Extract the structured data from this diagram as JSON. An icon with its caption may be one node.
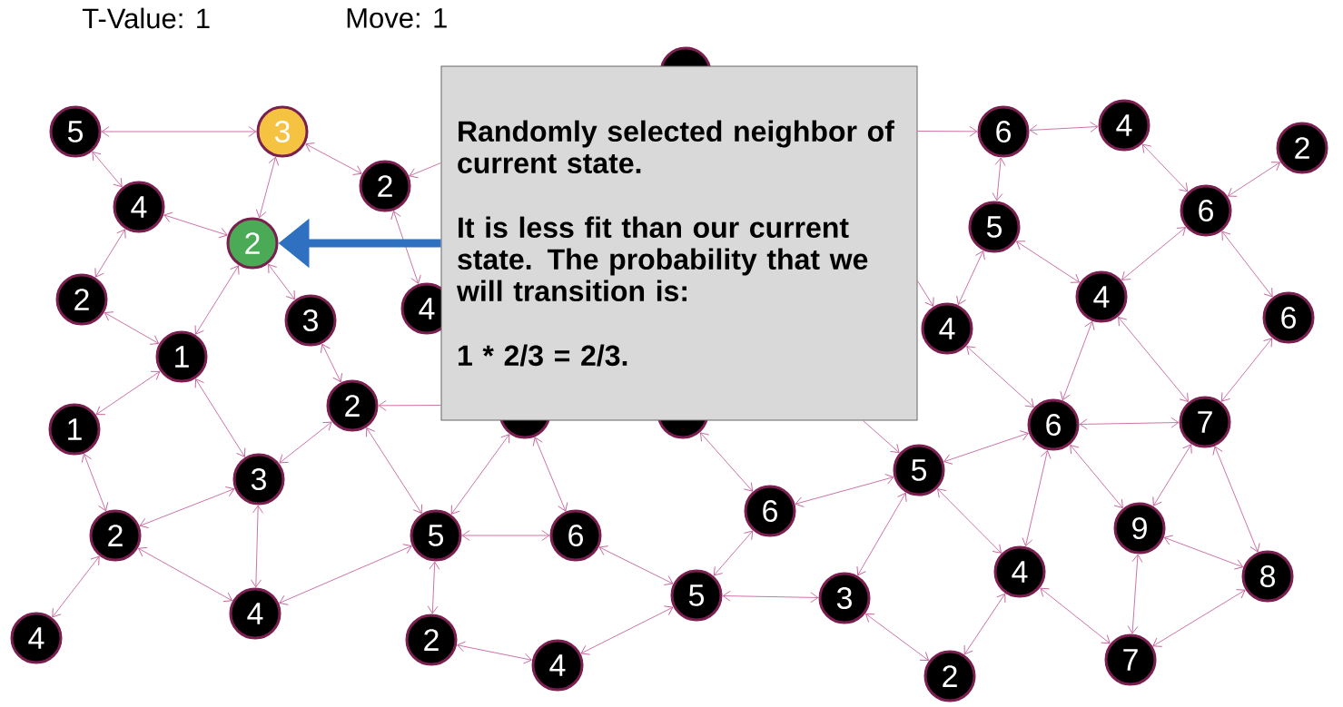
{
  "diagram": {
    "nodes": [
      {
        "text": [
          "5"
        ]
      },
      {
        "text": [
          "3"
        ]
      },
      {
        "text": [
          "4"
        ]
      },
      {
        "text": [
          "2"
        ]
      },
      {
        "text": [
          "2"
        ]
      },
      {
        "text": [
          "2"
        ]
      },
      {
        "text": [
          "3"
        ]
      },
      {
        "text": [
          "4"
        ]
      },
      {
        "text": [
          "1"
        ]
      },
      {
        "text": [
          "1"
        ]
      },
      {
        "text": [
          "2"
        ]
      },
      {
        "text": [
          "3"
        ]
      },
      {
        "text": [
          "2"
        ]
      },
      {
        "text": [
          "4"
        ]
      },
      {
        "text": [
          "4"
        ]
      },
      {
        "text": [
          "5"
        ]
      },
      {
        "text": [
          "6"
        ]
      },
      {
        "text": [
          "2"
        ]
      },
      {
        "text": [
          "4"
        ]
      },
      {
        "text": [
          "5"
        ]
      },
      {
        "text": [
          "6"
        ]
      },
      {
        "text": [
          "3"
        ]
      },
      {
        "text": [
          "5"
        ]
      },
      {
        "text": [
          "2"
        ]
      },
      {
        "text": [
          "4"
        ]
      },
      {
        "text": [
          "6"
        ]
      },
      {
        "text": [
          "7"
        ]
      },
      {
        "text": [
          "9"
        ]
      },
      {
        "text": [
          "8"
        ]
      },
      {
        "text": [
          "7"
        ]
      },
      {
        "text": [
          "6"
        ]
      },
      {
        "text": [
          "4"
        ]
      },
      {
        "text": [
          "2"
        ]
      },
      {
        "text": [
          "5"
        ]
      },
      {
        "text": [
          "6"
        ]
      },
      {
        "text": [
          "4"
        ]
      },
      {
        "text": [
          "4"
        ]
      },
      {
        "text": [
          "6"
        ]
      },
      {
        "text": [],
        "shape": "circle"
      },
      {
        "text": [],
        "shape": "circle"
      },
      {
        "text": [],
        "shape": "circle"
      },
      {
        "text": [
          "Randomly selected neighbor of current state.",
          "It is less fit than our current state. The probability that we will transition is:",
          "1 * 2/3 = 2/3."
        ]
      }
    ],
    "edges": [
      {
        "from": 0,
        "to": 1,
        "arrow": "both"
      },
      {
        "from": 0,
        "to": 2,
        "arrow": "both"
      },
      {
        "from": 1,
        "to": 3,
        "arrow": "both"
      },
      {
        "from": 1,
        "to": 4,
        "arrow": "both"
      },
      {
        "from": 2,
        "to": 3,
        "arrow": "both"
      },
      {
        "from": 2,
        "to": 5,
        "arrow": "both"
      },
      {
        "from": 3,
        "to": 8,
        "arrow": "both"
      },
      {
        "from": 3,
        "to": 6,
        "arrow": "both"
      },
      {
        "from": 5,
        "to": 8,
        "arrow": "both"
      },
      {
        "from": 8,
        "to": 9,
        "arrow": "both"
      },
      {
        "from": 8,
        "to": 11,
        "arrow": "both"
      },
      {
        "from": 6,
        "to": 10,
        "arrow": "both"
      },
      {
        "from": 9,
        "to": 12,
        "arrow": "both"
      },
      {
        "from": 12,
        "to": 11,
        "arrow": "both"
      },
      {
        "from": 12,
        "to": 13,
        "arrow": "both"
      },
      {
        "from": 12,
        "to": 14,
        "arrow": "both"
      },
      {
        "from": 11,
        "to": 14,
        "arrow": "both"
      },
      {
        "from": 11,
        "to": 10,
        "arrow": "both"
      },
      {
        "from": 10,
        "to": 15,
        "arrow": "both"
      },
      {
        "from": 14,
        "to": 15,
        "arrow": "both"
      },
      {
        "from": 15,
        "to": 16,
        "arrow": "both"
      },
      {
        "from": 15,
        "to": 17,
        "arrow": "both"
      },
      {
        "from": 15,
        "to": 39,
        "arrow": "both"
      },
      {
        "from": 39,
        "to": 16,
        "arrow": "both"
      },
      {
        "from": 41,
        "to": 10,
        "arrow": "to"
      },
      {
        "from": 17,
        "to": 18,
        "arrow": "both"
      },
      {
        "from": 18,
        "to": 19,
        "arrow": "both"
      },
      {
        "from": 16,
        "to": 19,
        "arrow": "both"
      },
      {
        "from": 19,
        "to": 20,
        "arrow": "both"
      },
      {
        "from": 19,
        "to": 21,
        "arrow": "both"
      },
      {
        "from": 20,
        "to": 40,
        "arrow": "both"
      },
      {
        "from": 20,
        "to": 22,
        "arrow": "both"
      },
      {
        "from": 21,
        "to": 22,
        "arrow": "both"
      },
      {
        "from": 21,
        "to": 23,
        "arrow": "both"
      },
      {
        "from": 22,
        "to": 25,
        "arrow": "both"
      },
      {
        "from": 22,
        "to": 24,
        "arrow": "both"
      },
      {
        "from": 4,
        "to": 7,
        "arrow": "both"
      },
      {
        "from": 41,
        "to": 4,
        "arrow": "to"
      },
      {
        "from": 41,
        "to": 30,
        "arrow": "to"
      },
      {
        "from": 41,
        "to": 36,
        "arrow": "to"
      },
      {
        "from": 41,
        "to": 22,
        "arrow": "to"
      },
      {
        "from": 30,
        "to": 31,
        "arrow": "both"
      },
      {
        "from": 30,
        "to": 33,
        "arrow": "both"
      },
      {
        "from": 31,
        "to": 34,
        "arrow": "both"
      },
      {
        "from": 32,
        "to": 34,
        "arrow": "both"
      },
      {
        "from": 33,
        "to": 35,
        "arrow": "both"
      },
      {
        "from": 34,
        "to": 35,
        "arrow": "both"
      },
      {
        "from": 33,
        "to": 36,
        "arrow": "both"
      },
      {
        "from": 34,
        "to": 37,
        "arrow": "both"
      },
      {
        "from": 35,
        "to": 25,
        "arrow": "both"
      },
      {
        "from": 35,
        "to": 26,
        "arrow": "both"
      },
      {
        "from": 37,
        "to": 26,
        "arrow": "both"
      },
      {
        "from": 36,
        "to": 25,
        "arrow": "both"
      },
      {
        "from": 25,
        "to": 26,
        "arrow": "both"
      },
      {
        "from": 25,
        "to": 27,
        "arrow": "both"
      },
      {
        "from": 25,
        "to": 24,
        "arrow": "both"
      },
      {
        "from": 26,
        "to": 27,
        "arrow": "both"
      },
      {
        "from": 26,
        "to": 28,
        "arrow": "both"
      },
      {
        "from": 27,
        "to": 28,
        "arrow": "both"
      },
      {
        "from": 27,
        "to": 29,
        "arrow": "both"
      },
      {
        "from": 28,
        "to": 29,
        "arrow": "both"
      },
      {
        "from": 24,
        "to": 29,
        "arrow": "both"
      },
      {
        "from": 24,
        "to": 23,
        "arrow": "both"
      },
      {
        "from": 41,
        "to": 3,
        "arrow": "to",
        "style": "thick",
        "color": "#3070c0"
      }
    ],
    "labels": [
      "T-Value: 1",
      "Move: 1"
    ]
  }
}
